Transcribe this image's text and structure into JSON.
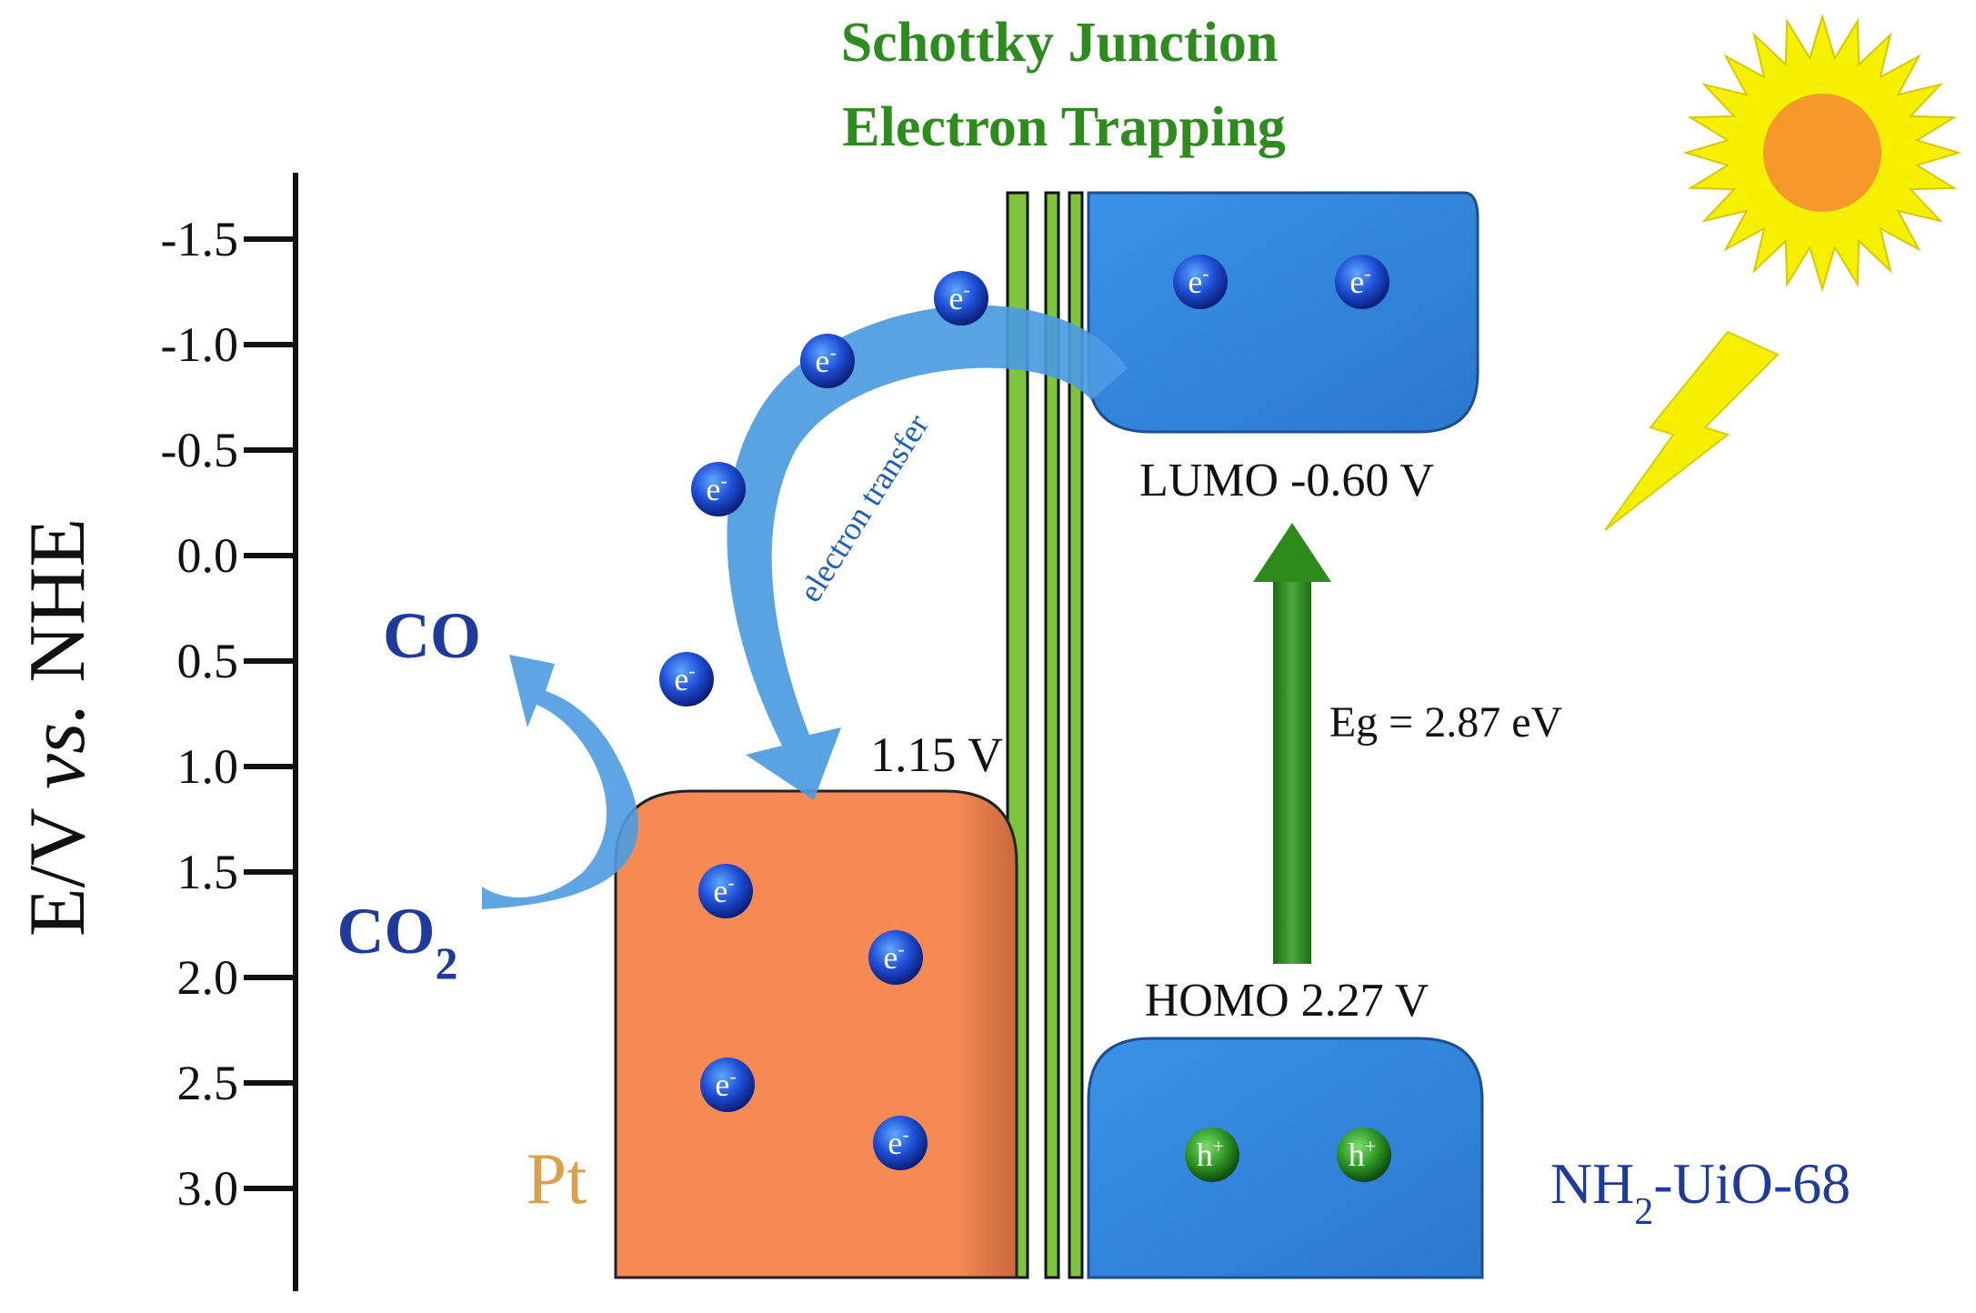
{
  "title": {
    "line1": "Schottky Junction",
    "line2": "Electron Trapping"
  },
  "axis": {
    "label_prefix": "E/V ",
    "label_italic": "vs.",
    "label_suffix": " NHE",
    "ticks": [
      "-1.5",
      "-1.0",
      "-0.5",
      "0.0",
      "0.5",
      "1.0",
      "1.5",
      "2.0",
      "2.5",
      "3.0"
    ]
  },
  "labels": {
    "pt_level": "1.15 V",
    "lumo": "LUMO -0.60 V",
    "homo": "HOMO 2.27 V",
    "bandgap": "Eg = 2.87 eV",
    "transfer": "electron transfer",
    "pt": "Pt",
    "mof_prefix": "NH",
    "mof_sub": "2",
    "mof_suffix": "-UiO-68",
    "co": "CO",
    "co2_prefix": "CO",
    "co2_sub": "2",
    "electron": "e",
    "hole": "h"
  },
  "colors": {
    "title_green": "#2e8b1e",
    "axis_black": "#111111",
    "pt_orange": "#f58a55",
    "pt_label": "#d9a24a",
    "band_blue": "#2f86dc",
    "arrow_blue": "#4b9be0",
    "label_blue": "#1e3a9a",
    "junction_green": "#7cc43c",
    "gap_arrow_green": "#2f8a1c",
    "sun_yellow": "#f4f000",
    "sun_core": "#f59a2a"
  }
}
